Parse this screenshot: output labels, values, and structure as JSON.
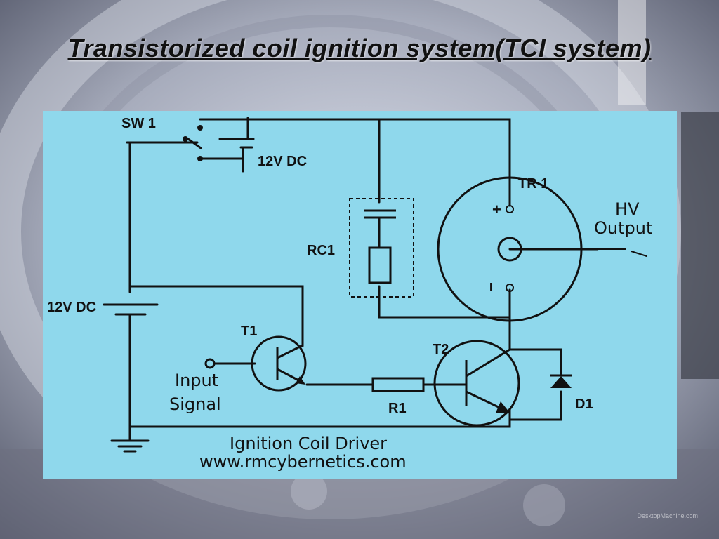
{
  "slide": {
    "title": "Transistorized coil ignition system(TCI system)",
    "watermark": "DesktopMachine.com"
  },
  "diagram": {
    "panel_color": "#8fd8ec",
    "labels": {
      "sw1": "SW 1",
      "battery_top": "12V DC",
      "battery_left": "12V DC",
      "tr1": "TR 1",
      "plus": "+",
      "minus": "I",
      "hv_line1": "HV",
      "hv_line2": "Output",
      "rc1": "RC1",
      "t1": "T1",
      "t2": "T2",
      "input_line1": "Input",
      "input_line2": "Signal",
      "r1": "R1",
      "d1": "D1",
      "caption1": "Ignition Coil Driver",
      "caption2": "www.rmcybernetics.com"
    }
  }
}
